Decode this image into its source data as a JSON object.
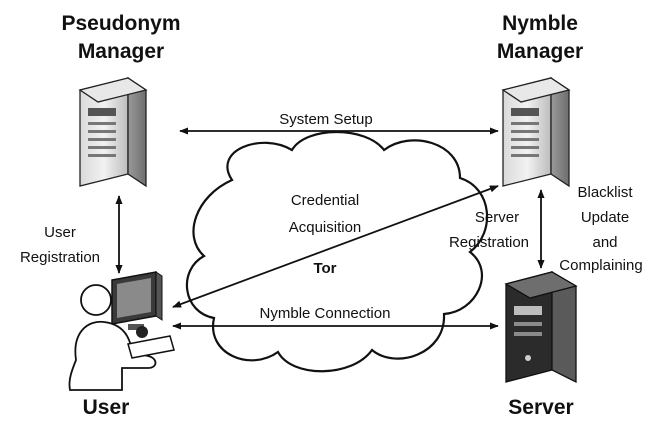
{
  "nodes": {
    "pseudonym_manager": {
      "line1": "Pseudonym",
      "line2": "Manager",
      "icon": "server-tower-icon"
    },
    "nymble_manager": {
      "line1": "Nymble",
      "line2": "Manager",
      "icon": "server-tower-icon"
    },
    "user": {
      "label": "User",
      "icon": "user-at-computer-icon"
    },
    "server": {
      "label": "Server",
      "icon": "server-tower-icon"
    },
    "tor": {
      "label": "Tor",
      "icon": "cloud-icon"
    }
  },
  "edges": {
    "system_setup": "System Setup",
    "credential_acquisition": {
      "line1": "Credential",
      "line2": "Acquisition"
    },
    "user_registration": {
      "line1": "User",
      "line2": "Registration"
    },
    "server_registration": {
      "line1": "Server",
      "line2": "Registration"
    },
    "blacklist": {
      "line1": "Blacklist",
      "line2": "Update",
      "line3": "and",
      "line4": "Complaining"
    },
    "nymble_connection": "Nymble Connection"
  }
}
